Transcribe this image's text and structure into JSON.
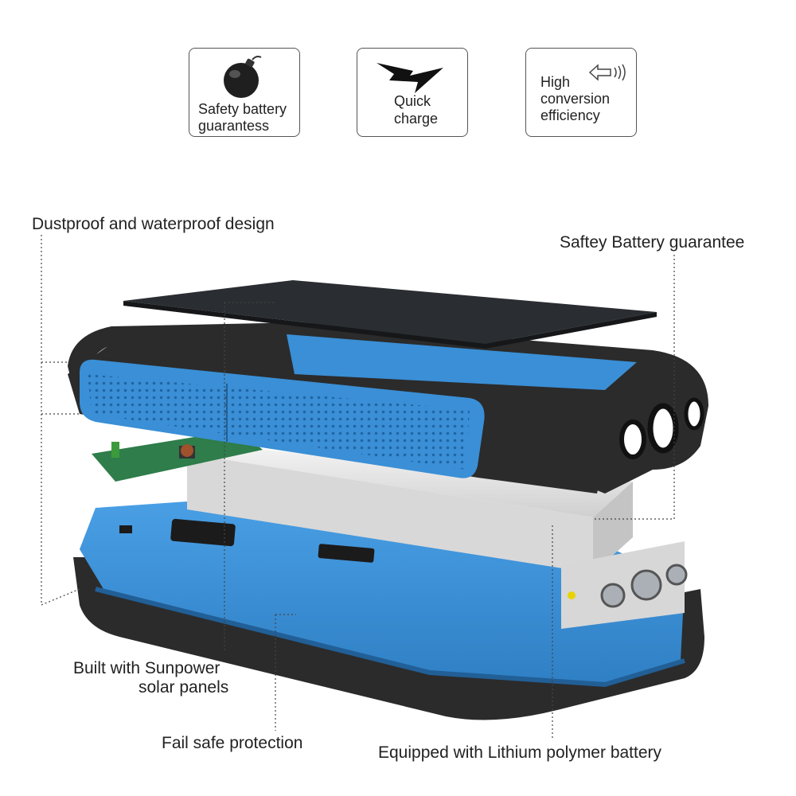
{
  "badges": {
    "safety": {
      "line1": "Safety battery",
      "line2": "guarantess",
      "icon": "bomb-icon"
    },
    "quick": {
      "line1": "Quick",
      "line2": "charge",
      "icon": "lightning-icon"
    },
    "efficiency": {
      "line1": "High",
      "line2": "conversion",
      "line3": "efficiency",
      "icon": "arrow-icon"
    }
  },
  "callouts": {
    "dustproof": "Dustproof and waterproof design",
    "safety_battery": "Saftey Battery guarantee",
    "sunpower_line1": "Built with Sunpower",
    "sunpower_line2": "solar panels",
    "fail_safe": "Fail safe protection",
    "lithium": "Equipped with Lithium polymer battery"
  },
  "colors": {
    "accent_blue": "#3a8fd6",
    "dark_shell": "#2b2b2b",
    "solar_panel": "#2a2d31"
  }
}
